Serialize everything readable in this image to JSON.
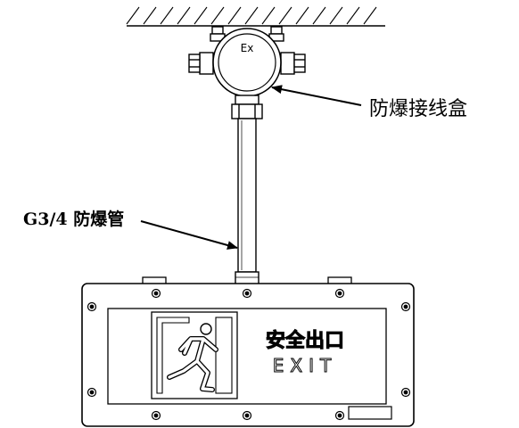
{
  "junction_box": {
    "marking": "Ex"
  },
  "callouts": {
    "junction_box": "防爆接线盒",
    "conduit": "G3/4 防爆管"
  },
  "sign": {
    "chinese_text": "安全出口",
    "english_text": "EXIT"
  },
  "colors": {
    "line": "#000000",
    "background": "#ffffff"
  }
}
